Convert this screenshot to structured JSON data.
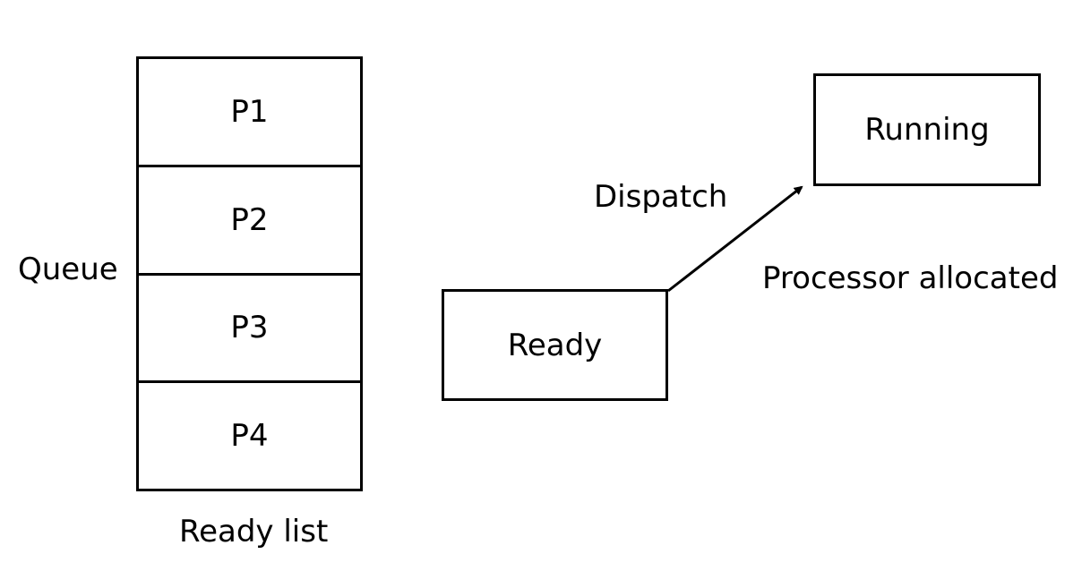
{
  "queue_label": "Queue",
  "ready_list": {
    "items": [
      "P1",
      "P2",
      "P3",
      "P4"
    ],
    "caption": "Ready list"
  },
  "states": {
    "ready": "Ready",
    "running": "Running"
  },
  "transition": {
    "label": "Dispatch",
    "note": "Processor allocated"
  }
}
